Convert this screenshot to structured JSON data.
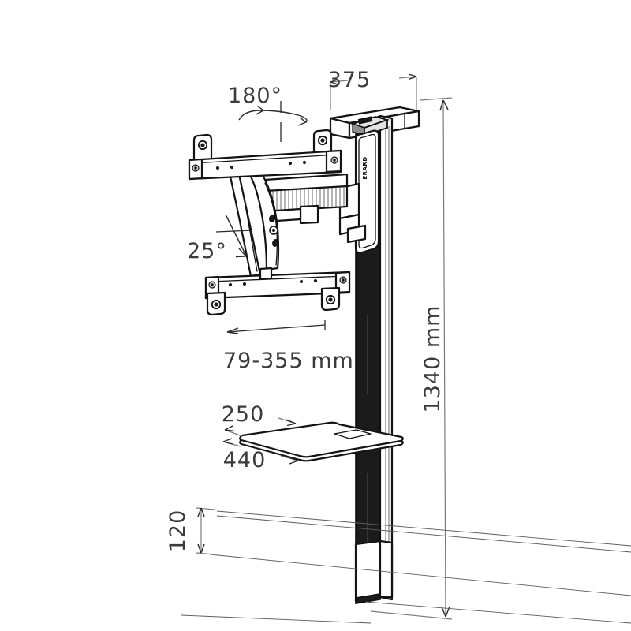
{
  "drawing": {
    "title": "Wall mount TV bracket technical drawing",
    "brand_label": "ERARD",
    "background_color": "#ffffff",
    "line_color": "#141414",
    "dimension_color": "#3b3b3b",
    "column_color": "#1b1b1b"
  },
  "annotations": {
    "rotation": {
      "label": "180°",
      "name": "swivel-rotation-angle"
    },
    "tilt": {
      "label": "25°",
      "name": "tilt-angle"
    },
    "depth_range": {
      "label": "79-355 mm",
      "name": "wall-distance-range"
    }
  },
  "dimensions": {
    "top_width": {
      "label": "375",
      "name": "top-shelf-width"
    },
    "total_height": {
      "label": "1340 mm",
      "name": "total-column-height"
    },
    "shelf_depth": {
      "label": "250",
      "name": "shelf-depth"
    },
    "shelf_width": {
      "label": "440",
      "name": "shelf-width"
    },
    "floor_offset": {
      "label": "120",
      "name": "floor-clearance"
    }
  }
}
